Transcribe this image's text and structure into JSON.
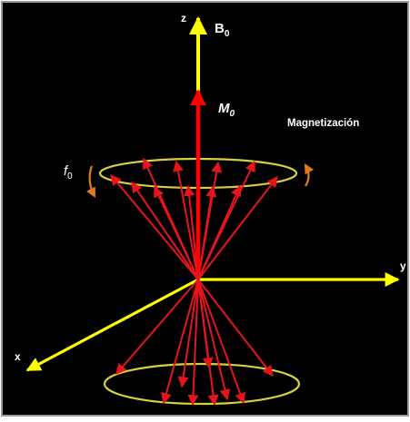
{
  "labels": {
    "z_axis": "z",
    "y_axis": "y",
    "x_axis": "x",
    "field_B": "B",
    "field_B_sub": "0",
    "moment_M": "M",
    "moment_M_sub": "0",
    "freq_f": "f",
    "freq_f_sub": "0",
    "caption": "Magnetización"
  },
  "colors": {
    "background": "#000000",
    "frame": "#9a9a9a",
    "axis": "#ffff00",
    "net_magnetization": "#ff0000",
    "spin_vector": "#e8141c",
    "precession_cone": "#d8d040",
    "rotation_arrow": "#e07a1a",
    "text": "#ffffff"
  }
}
